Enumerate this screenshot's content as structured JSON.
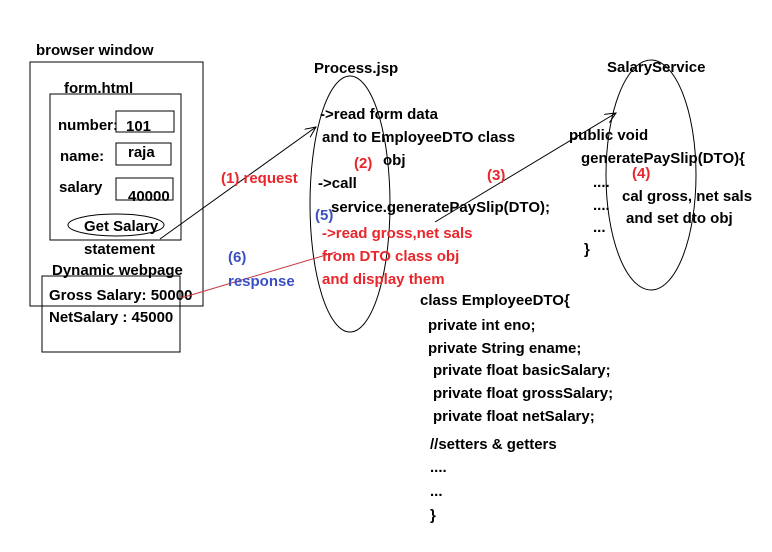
{
  "browser": {
    "title": "browser window",
    "form_title": "form.html",
    "number_label": "number:",
    "number_value": "101",
    "name_label": "name:",
    "name_value": "raja",
    "salary_label": "salary",
    "salary_value": "40000",
    "button_label": "Get Salary"
  },
  "dynamic_page": {
    "label_line1": "statement",
    "label_line2": "Dynamic webpage",
    "gross": "Gross Salary: 50000",
    "net": "NetSalary :  45000"
  },
  "process": {
    "title": "Process.jsp",
    "line1": "->read form data",
    "line2": "and to EmployeeDTO class",
    "line3": "obj",
    "line4": "->call",
    "line5": "service.generatePaySlip(DTO);",
    "line6": "->read gross,net sals",
    "line7": "from DTO class obj",
    "line8": "and display them"
  },
  "service": {
    "title": "SalaryService",
    "line1": "public void",
    "line2": "generatePaySlip(DTO){",
    "line3": "....",
    "line4": "cal gross, net sals",
    "line5": "....",
    "line6": "and set dto obj",
    "line7": "...",
    "line8": "}"
  },
  "steps": {
    "s1": "(1) request",
    "s2": "(2)",
    "s3": "(3)",
    "s4": "(4)",
    "s5": "(5)",
    "s6": "(6)",
    "s6b": "response"
  },
  "dto": {
    "line1": "class EmployeeDTO{",
    "line2": "private int eno;",
    "line3": "private String ename;",
    "line4": "private float basicSalary;",
    "line5": "private float grossSalary;",
    "line6": "private float netSalary;",
    "line7": "//setters & getters",
    "line8": "....",
    "line9": "...",
    "line10": "}"
  },
  "colors": {
    "red": "#e8262b",
    "blue": "#3b4fc4",
    "black": "#000000"
  }
}
